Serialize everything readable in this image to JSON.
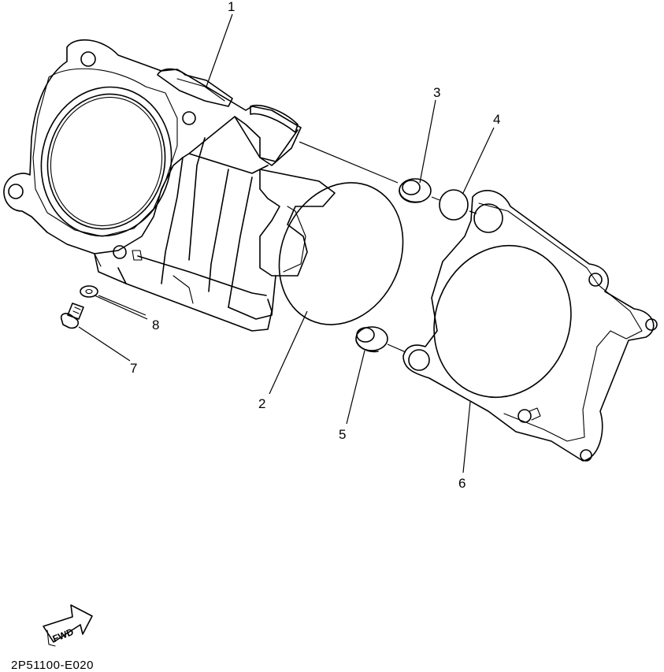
{
  "diagram": {
    "callouts": [
      {
        "id": "1",
        "label": "1"
      },
      {
        "id": "2",
        "label": "2"
      },
      {
        "id": "3",
        "label": "3"
      },
      {
        "id": "4",
        "label": "4"
      },
      {
        "id": "5",
        "label": "5"
      },
      {
        "id": "6",
        "label": "6"
      },
      {
        "id": "7",
        "label": "7"
      },
      {
        "id": "8",
        "label": "8"
      }
    ],
    "fwd_label": "FWD",
    "drawing_code": "2P51100-E020"
  }
}
